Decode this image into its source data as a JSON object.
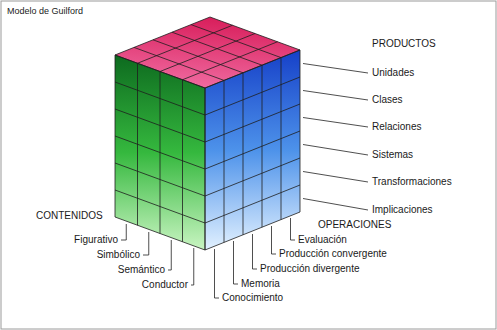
{
  "diagram": {
    "title": "Modelo de Guilford",
    "labels": [
      "PRODUCTOS",
      "Unidades",
      "Clases",
      "Relaciones",
      "Sistemas",
      "Transformaciones",
      "Implicaciones",
      "CONTENIDOS",
      "Figurativo",
      "Simbólico",
      "Semántico",
      "Conductor",
      "OPERACIONES",
      "Evaluación",
      "Producción convergente",
      "Producción divergente",
      "Memoria",
      "Conocimiento"
    ]
  }
}
